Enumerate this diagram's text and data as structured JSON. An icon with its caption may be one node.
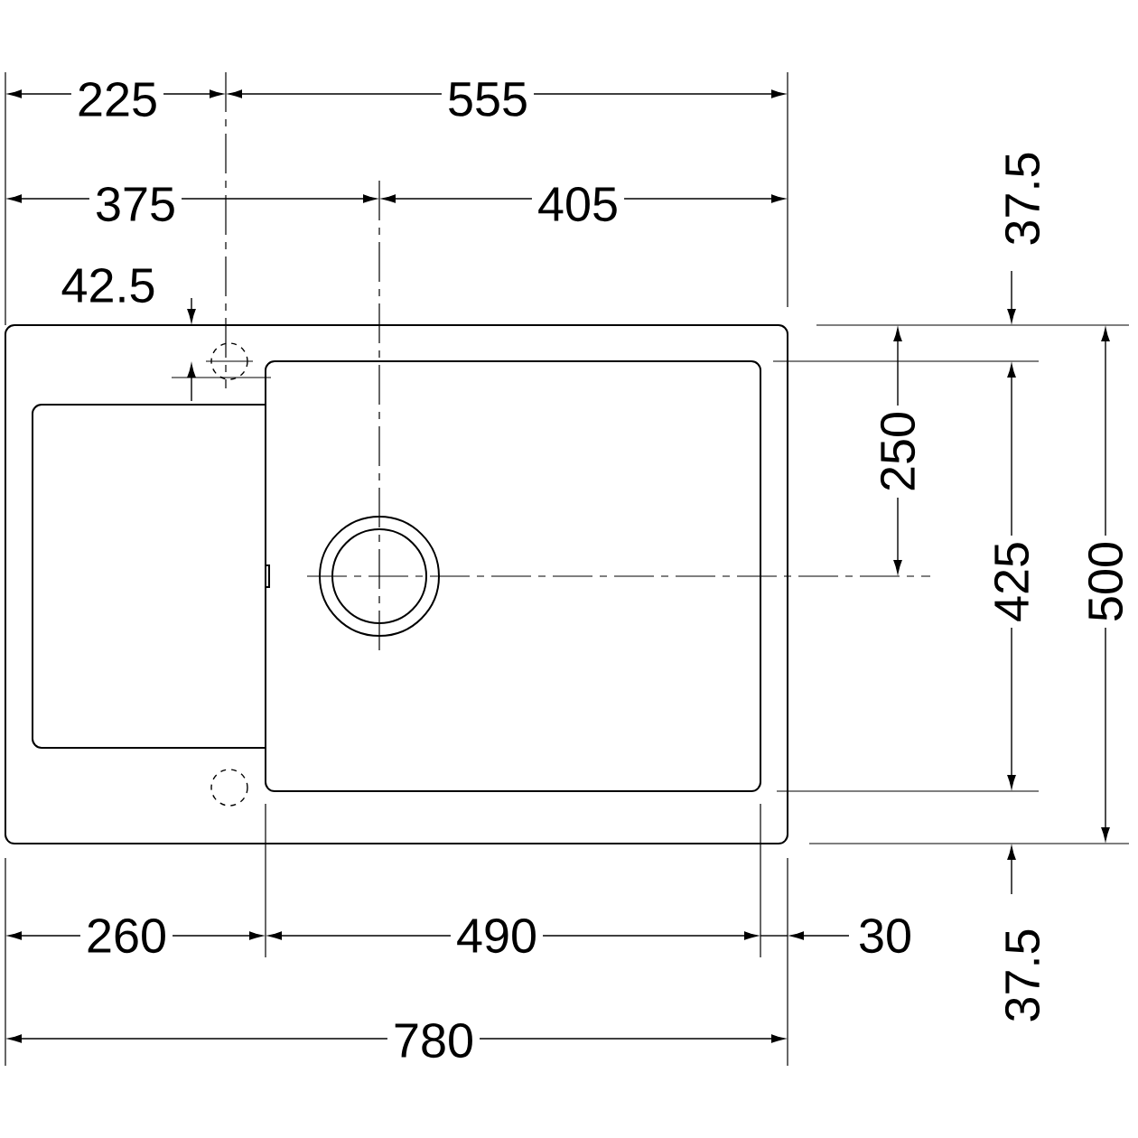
{
  "diagram": {
    "labels": [
      "225",
      "555",
      "37.5",
      "375",
      "405",
      "42.5",
      "250",
      "425",
      "500",
      "260",
      "490",
      "30",
      "37.5",
      "780"
    ]
  }
}
